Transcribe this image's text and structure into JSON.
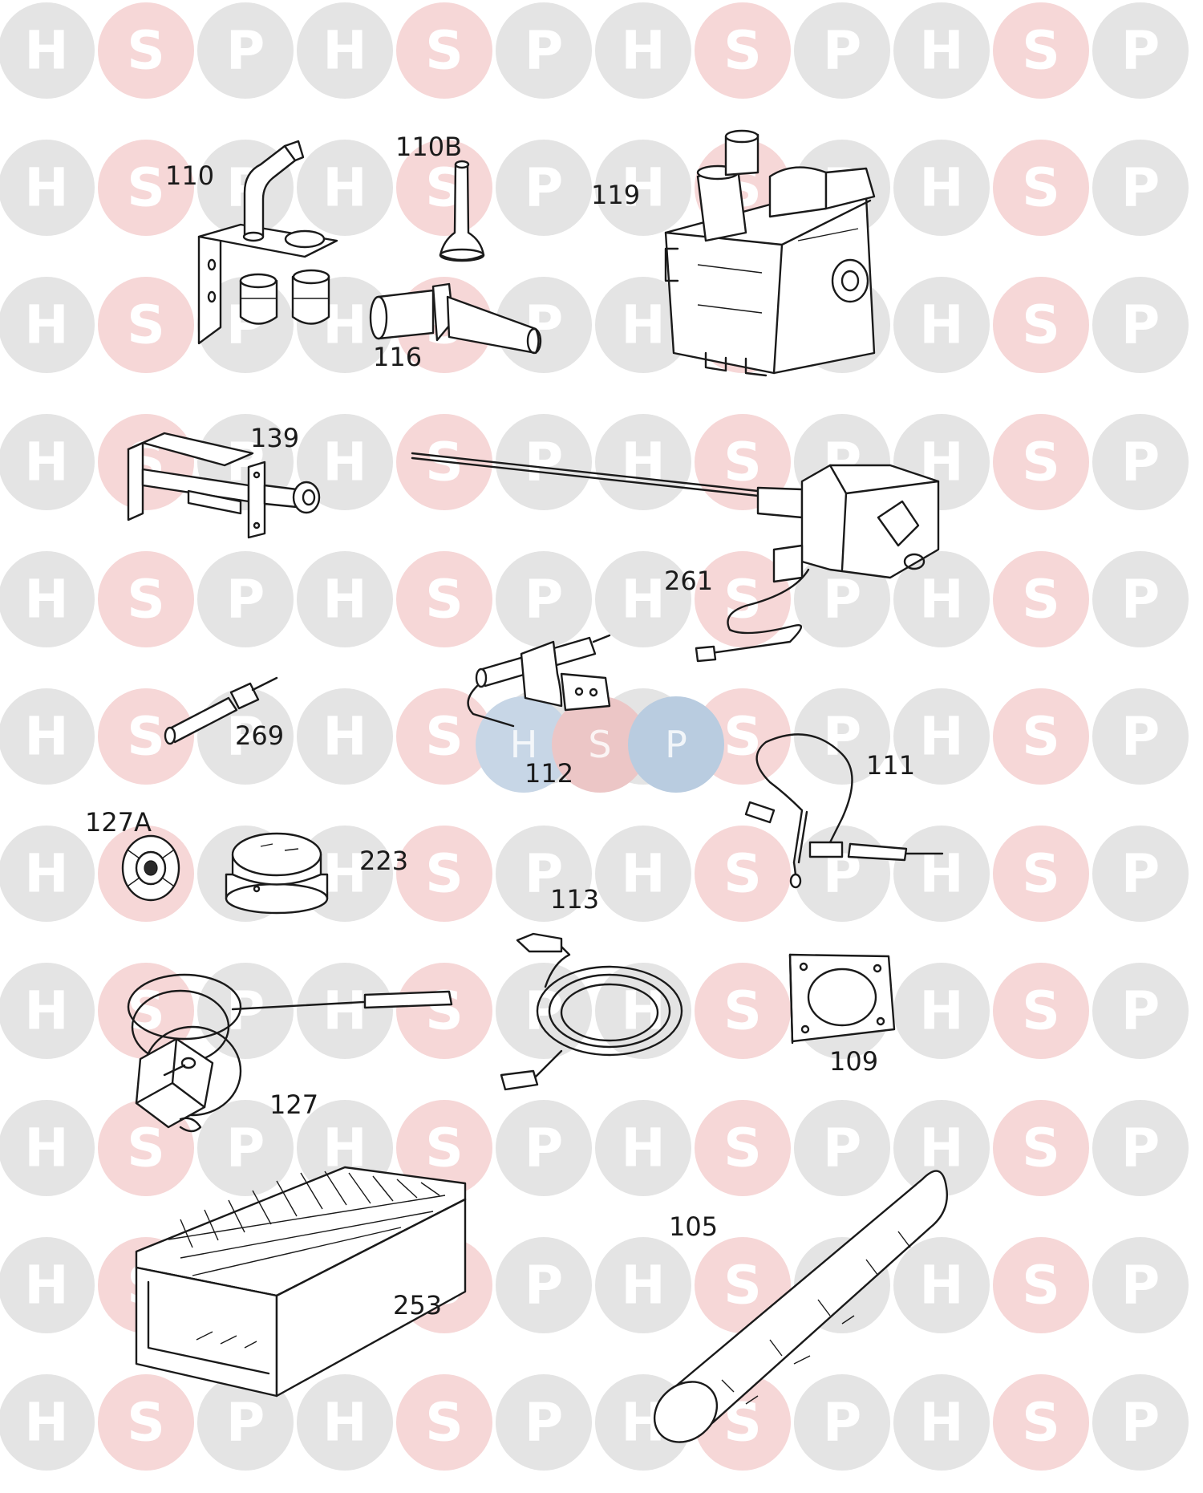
{
  "watermark": {
    "letters": [
      "H",
      "S",
      "P"
    ],
    "colors": [
      "#e4e4e4",
      "#f6d7d7",
      "#e4e4e4"
    ]
  },
  "logo": {
    "letters": [
      "H",
      "S",
      "P"
    ],
    "colors": [
      "#c7d6e6",
      "#ecc6c6",
      "#b9cce0"
    ]
  },
  "parts": [
    {
      "id": "p110",
      "label": "110"
    },
    {
      "id": "p110b",
      "label": "110B"
    },
    {
      "id": "p119",
      "label": "119"
    },
    {
      "id": "p116",
      "label": "116"
    },
    {
      "id": "p139",
      "label": "139"
    },
    {
      "id": "p261",
      "label": "261"
    },
    {
      "id": "p269",
      "label": "269"
    },
    {
      "id": "p112",
      "label": "112"
    },
    {
      "id": "p111",
      "label": "111"
    },
    {
      "id": "p127a",
      "label": "127A"
    },
    {
      "id": "p223",
      "label": "223"
    },
    {
      "id": "p113",
      "label": "113"
    },
    {
      "id": "p109",
      "label": "109"
    },
    {
      "id": "p127",
      "label": "127"
    },
    {
      "id": "p105",
      "label": "105"
    },
    {
      "id": "p253",
      "label": "253"
    }
  ]
}
